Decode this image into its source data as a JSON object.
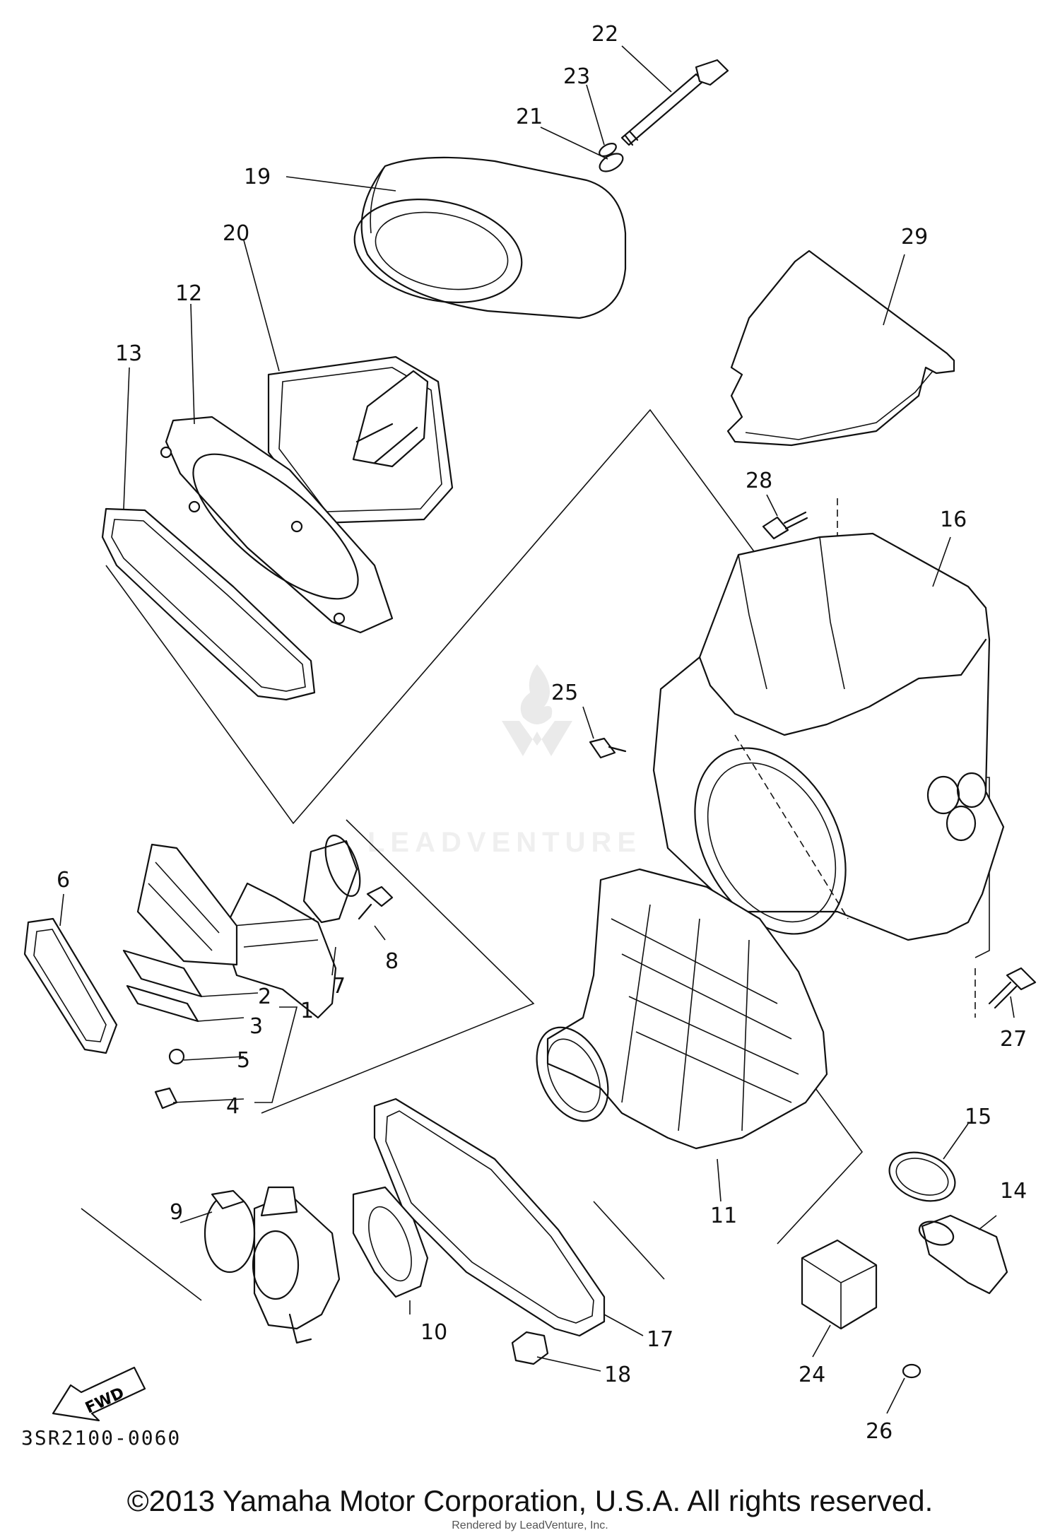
{
  "diagram": {
    "code": "3SR2100-0060",
    "copyright": "©2013 Yamaha Motor Corporation, U.S.A. All rights reserved.",
    "watermark_caption": "Rendered by LeadVenture, Inc.",
    "watermark_text": "LEADVENTURE",
    "fwd_label": "FWD",
    "part_labels": [
      "1",
      "2",
      "3",
      "4",
      "5",
      "6",
      "7",
      "8",
      "9",
      "10",
      "11",
      "12",
      "13",
      "14",
      "15",
      "16",
      "17",
      "18",
      "19",
      "20",
      "21",
      "22",
      "23",
      "24",
      "25",
      "26",
      "27",
      "28",
      "29"
    ]
  }
}
